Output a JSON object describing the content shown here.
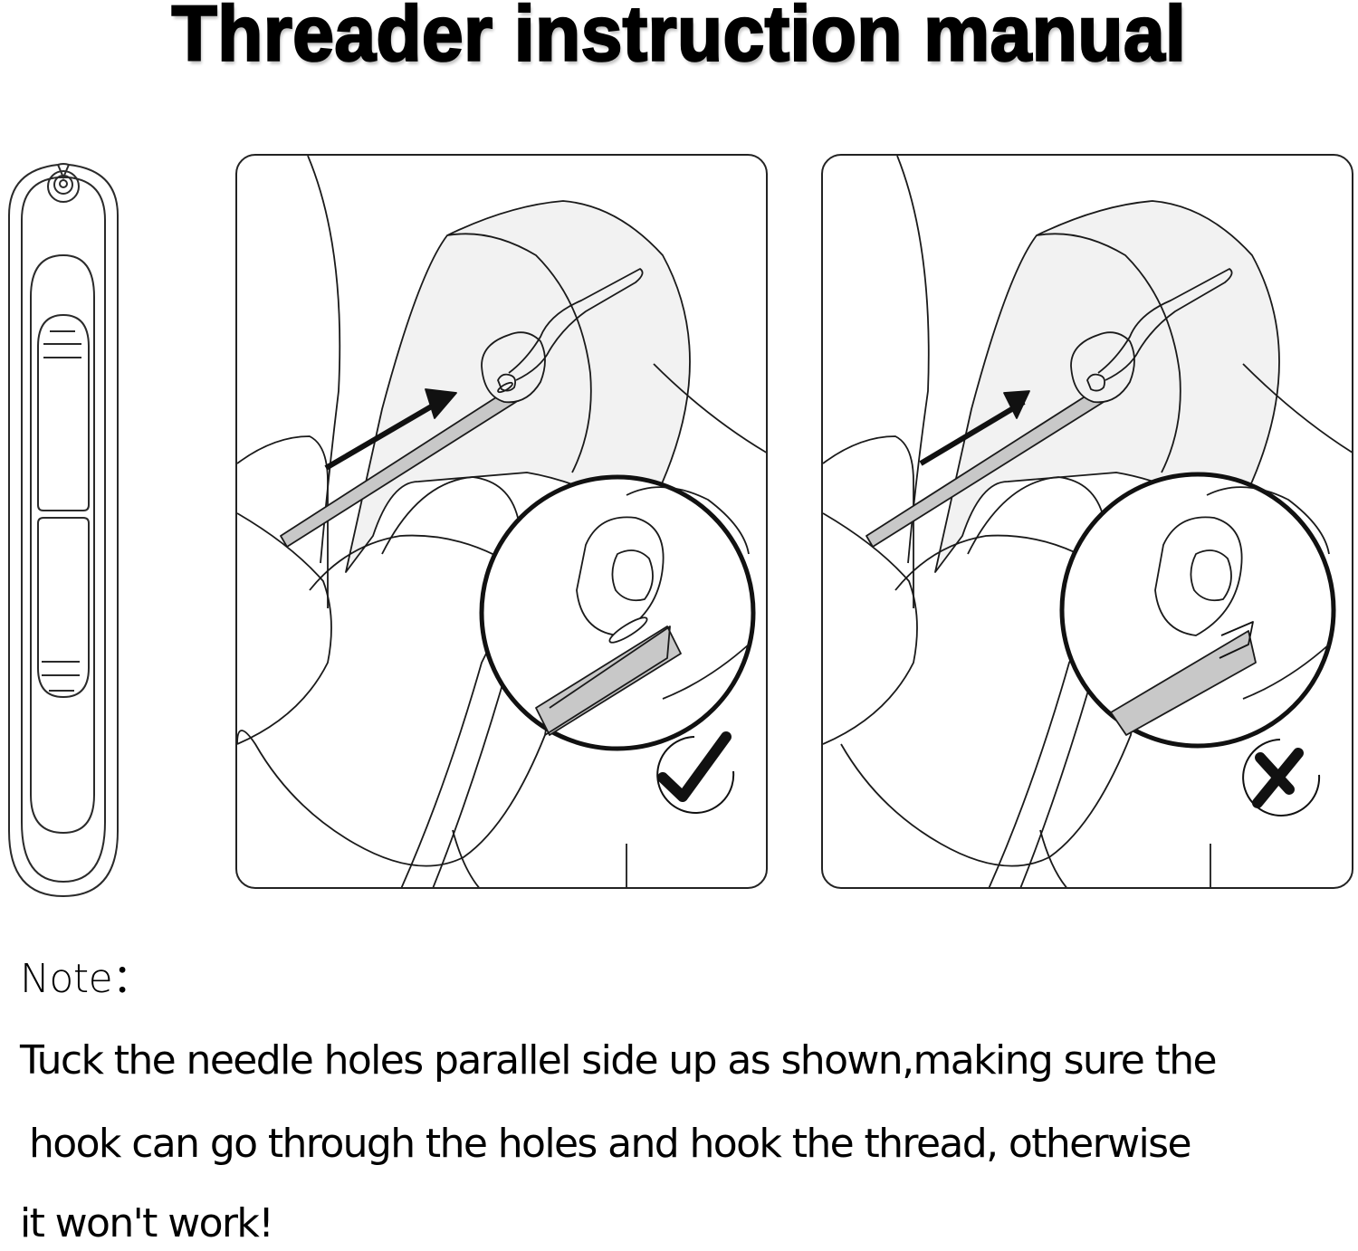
{
  "document": {
    "title": "Threader instruction manual",
    "figures": {
      "tool": {
        "label": "threader-tool-illustration"
      },
      "correct": {
        "label": "correct-orientation",
        "status": "correct",
        "status_icon": "check-mark-icon"
      },
      "wrong": {
        "label": "incorrect-orientation",
        "status": "incorrect",
        "status_icon": "x-mark-icon"
      }
    },
    "note": {
      "label": "Note：",
      "lines": [
        "Tuck the needle holes parallel side up as shown,making sure the",
        "hook can go through the holes and hook the thread, otherwise",
        "it won't work!"
      ]
    },
    "colors": {
      "line": "#1a1a1a",
      "fill_light": "#f2f2f2",
      "fill_needle": "#c8c8c8",
      "background": "#ffffff"
    }
  }
}
